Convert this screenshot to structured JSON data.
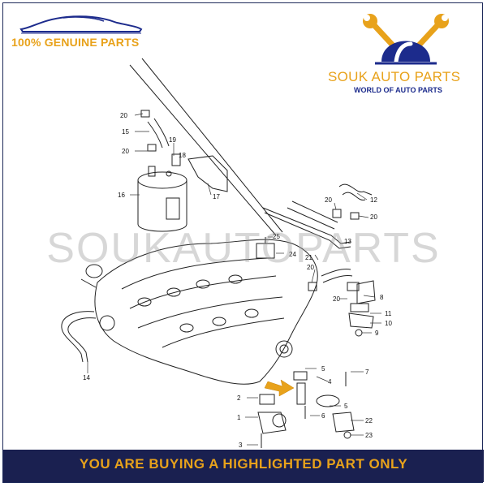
{
  "header": {
    "genuine_text": "100% GENUINE PARTS"
  },
  "brand": {
    "name": "SOUK AUTO PARTS",
    "tagline": "WORLD OF AUTO PARTS"
  },
  "watermark": "SOUKAUTOPARTS",
  "diagram": {
    "callouts": [
      "1",
      "2",
      "3",
      "4",
      "5",
      "6",
      "7",
      "8",
      "9",
      "10",
      "11",
      "12",
      "13",
      "14",
      "15",
      "16",
      "17",
      "18",
      "19",
      "20",
      "21",
      "22",
      "23",
      "24",
      "25"
    ]
  },
  "footer": {
    "text": "YOU ARE BUYING A HIGHLIGHTED PART ONLY"
  },
  "colors": {
    "accent": "#e8a21b",
    "navy": "#1a2050",
    "brand_blue": "#1c2b8c",
    "highlight_arrow": "#e8a21b"
  }
}
